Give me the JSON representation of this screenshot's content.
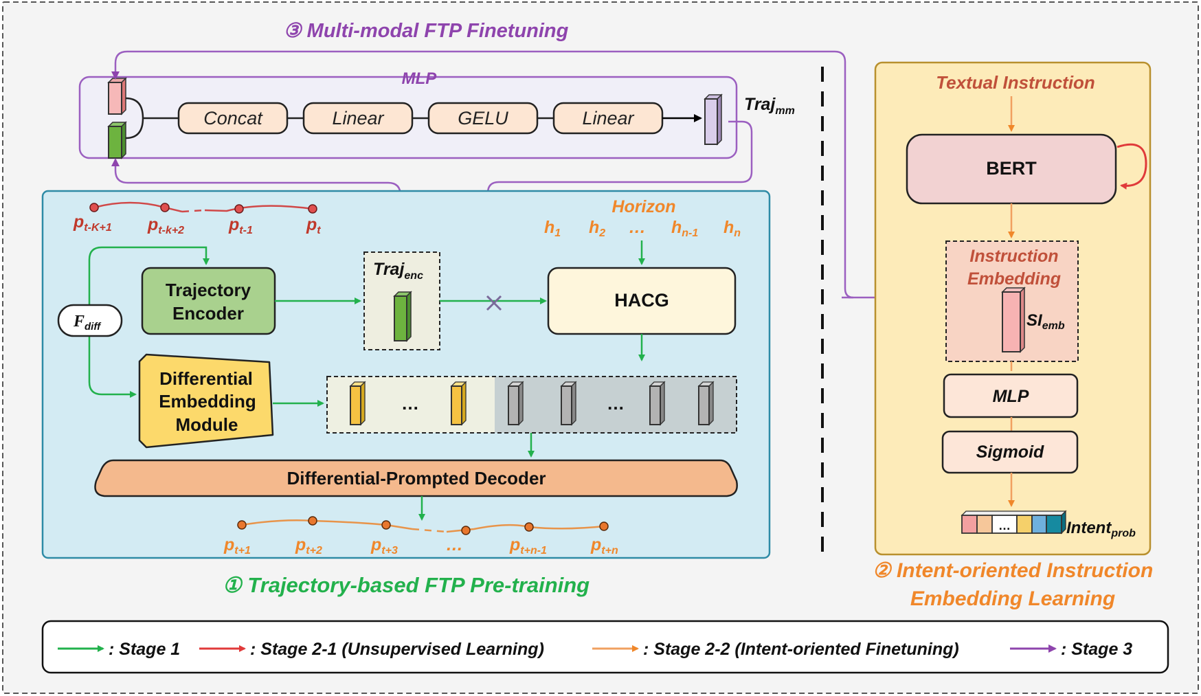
{
  "stage3": {
    "title": "③ Multi-modal FTP Finetuning",
    "mlp_label": "MLP",
    "blocks": [
      "Concat",
      "Linear",
      "GELU",
      "Linear"
    ],
    "out_main": "Traj",
    "out_sub": "mm"
  },
  "stage1": {
    "title": "① Trajectory-based FTP Pre-training",
    "hist": [
      {
        "main": "p",
        "sub": "t-K+1"
      },
      {
        "main": "p",
        "sub": "t-k+2"
      },
      {
        "main": "p",
        "sub": "t-1"
      },
      {
        "main": "p",
        "sub": "t"
      }
    ],
    "fdiff_main": "F",
    "fdiff_sub": "diff",
    "traj_encoder": [
      "Trajectory",
      "Encoder"
    ],
    "trajenc_main": "Traj",
    "trajenc_sub": "enc",
    "horizon": "Horizon",
    "h_labels": [
      {
        "main": "h",
        "sub": "1"
      },
      {
        "main": "h",
        "sub": "2"
      },
      {
        "main": "…",
        "sub": ""
      },
      {
        "main": "h",
        "sub": "n-1"
      },
      {
        "main": "h",
        "sub": "n"
      }
    ],
    "hacg": "HACG",
    "dem": [
      "Differential",
      "Embedding",
      "Module"
    ],
    "dots": "…",
    "decoder": "Differential-Prompted Decoder",
    "future": [
      {
        "main": "p",
        "sub": "t+1"
      },
      {
        "main": "p",
        "sub": "t+2"
      },
      {
        "main": "p",
        "sub": "t+3"
      },
      {
        "main": "…",
        "sub": ""
      },
      {
        "main": "p",
        "sub": "t+n-1"
      },
      {
        "main": "p",
        "sub": "t+n"
      }
    ]
  },
  "stage2": {
    "title": [
      "② Intent-oriented  Instruction",
      "Embedding Learning"
    ],
    "textual": "Textual Instruction",
    "bert": "BERT",
    "emb": [
      "Instruction",
      "Embedding"
    ],
    "si_main": "SI",
    "si_sub": "emb",
    "mlp": "MLP",
    "sigmoid": "Sigmoid",
    "dots": "…",
    "intent_main": "Intent",
    "intent_sub": "prob"
  },
  "legend": [
    {
      "pre": ": Stage 1",
      "it": "",
      "post": ""
    },
    {
      "pre": ": Stage 2-1 (",
      "it": "Unsupervised Learning",
      "post": ")"
    },
    {
      "pre": ": Stage 2-2 (",
      "it": "Intent-oriented Finetuning",
      "post": ")"
    },
    {
      "pre": ": Stage 3",
      "it": "",
      "post": ""
    }
  ],
  "colors": {
    "green": "#22b14c",
    "red": "#e03a3a",
    "orange": "#f0872a",
    "purple": "#8e44ad",
    "darkred": "#c0392b",
    "gold": "#f5c242"
  }
}
